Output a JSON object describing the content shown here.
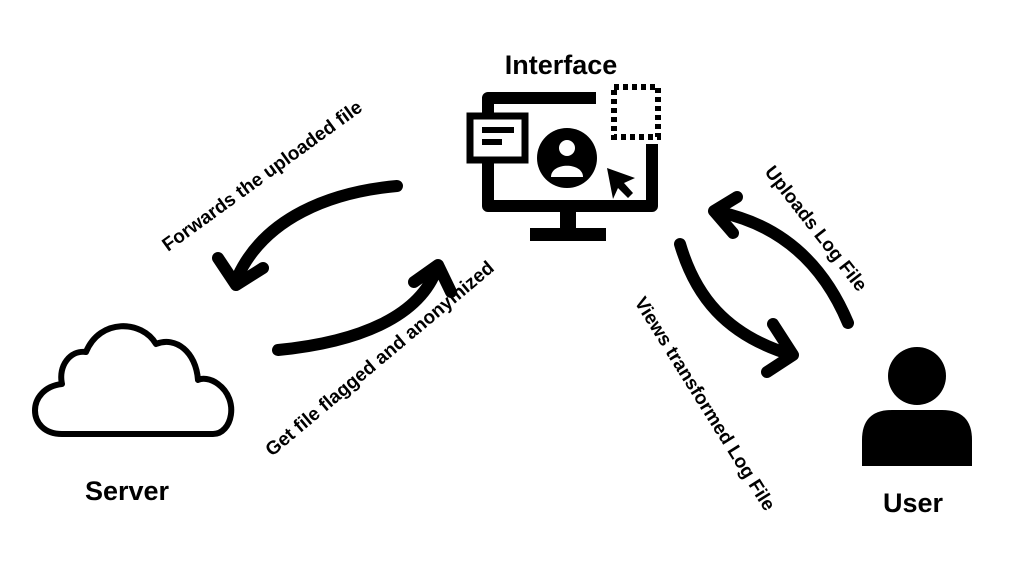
{
  "diagram": {
    "nodes": {
      "interface": {
        "label": "Interface",
        "icon": "monitor-user-icon"
      },
      "server": {
        "label": "Server",
        "icon": "cloud-icon"
      },
      "user": {
        "label": "User",
        "icon": "user-icon"
      }
    },
    "edges": [
      {
        "id": "forwards",
        "from": "interface",
        "to": "server",
        "label": "Forwards the uploaded file"
      },
      {
        "id": "get-flagged",
        "from": "server",
        "to": "interface",
        "label": "Get file flagged and anonymized"
      },
      {
        "id": "uploads",
        "from": "user",
        "to": "interface",
        "label": "Uploads Log File"
      },
      {
        "id": "views",
        "from": "interface",
        "to": "user",
        "label": "Views transformed Log File"
      }
    ]
  }
}
